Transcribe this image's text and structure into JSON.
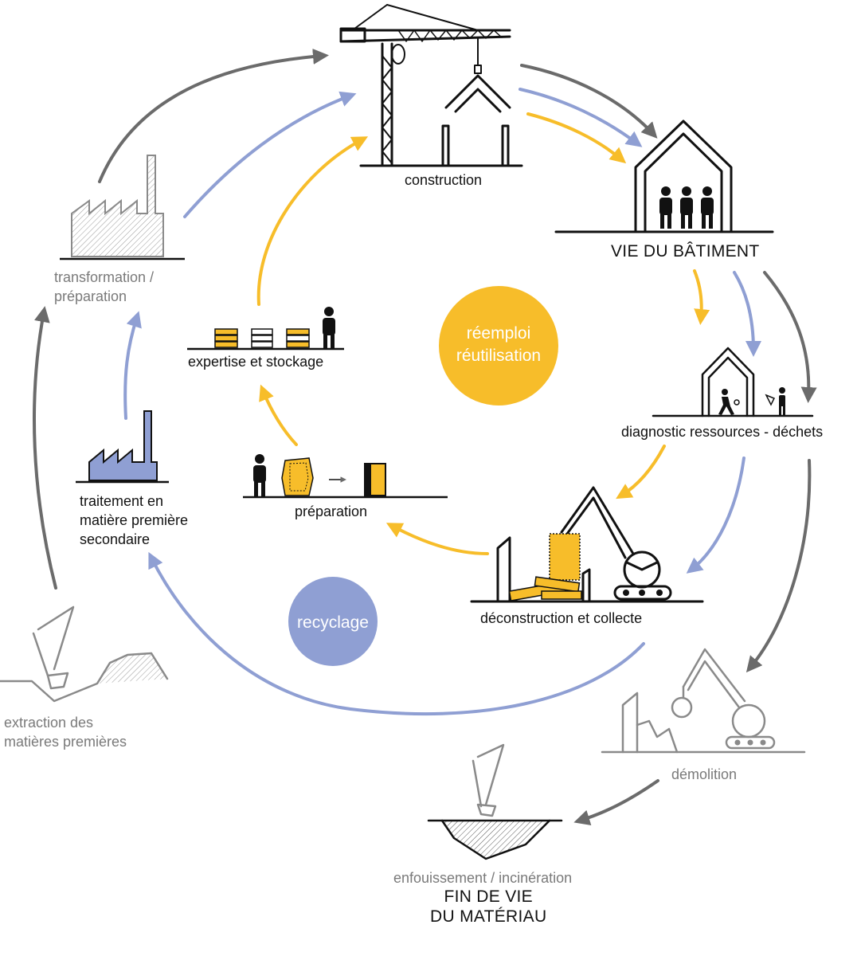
{
  "colors": {
    "reuse": "#f7bd2a",
    "recycle": "#8f9fd3",
    "waste": "#6b6b6b",
    "ink": "#111111",
    "grey_ink": "#8a8a8a"
  },
  "icons": [
    "crane-icon",
    "house-people-icon",
    "house-diagnostic-icon",
    "excavator-deconstruction-icon",
    "demolition-excavator-icon",
    "landfill-excavator-icon",
    "extraction-excavator-icon",
    "factory-transformation-icon",
    "factory-treatment-icon",
    "pallets-person-icon",
    "preparation-person-icon"
  ],
  "labels": {
    "construction": "construction",
    "vie_batiment": "VIE DU BÂTIMENT",
    "diagnostic": "diagnostic ressources - déchets",
    "deconstruction": "déconstruction et collecte",
    "demolition": "démolition",
    "enfouissement": "enfouissement / incinération",
    "fin_vie": "FIN DE VIE\nDU MATÉRIAU",
    "extraction": "extraction des\nmatières premières",
    "transformation": "transformation /\npréparation",
    "traitement": "traitement en\nmatière première\nsecondaire",
    "expertise": "expertise et stockage",
    "preparation": "préparation",
    "reemploi": "réemploi\nréutilisation",
    "recyclage": "recyclage"
  }
}
